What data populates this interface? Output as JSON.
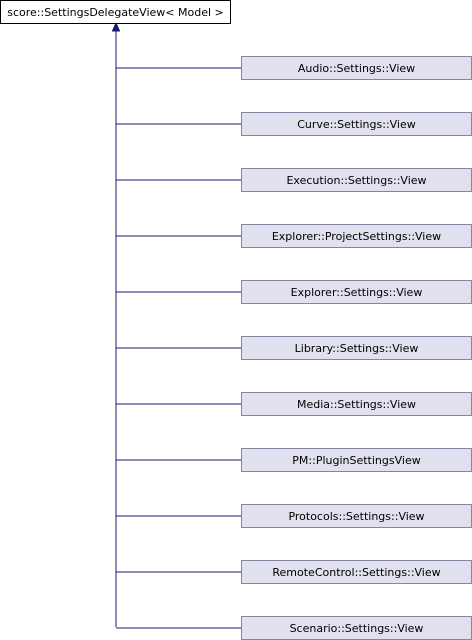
{
  "colors": {
    "background": "#ffffff",
    "base_fill": "#ffffff",
    "base_border": "#000000",
    "derived_fill": "#e0e0ee",
    "derived_border": "#8484a4",
    "edge": "#191970",
    "text": "#000000"
  },
  "base_class": {
    "label": "score::SettingsDelegateView< Model >"
  },
  "derived_classes": [
    {
      "label": "Audio::Settings::View"
    },
    {
      "label": "Curve::Settings::View"
    },
    {
      "label": "Execution::Settings::View"
    },
    {
      "label": "Explorer::ProjectSettings::View"
    },
    {
      "label": "Explorer::Settings::View"
    },
    {
      "label": "Library::Settings::View"
    },
    {
      "label": "Media::Settings::View"
    },
    {
      "label": "PM::PluginSettingsView"
    },
    {
      "label": "Protocols::Settings::View"
    },
    {
      "label": "RemoteControl::Settings::View"
    },
    {
      "label": "Scenario::Settings::View"
    }
  ]
}
